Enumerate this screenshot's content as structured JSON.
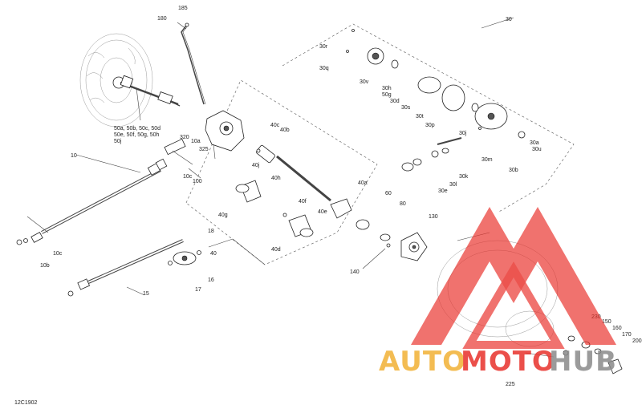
{
  "diagram_code": "12C1902",
  "callouts": {
    "c185": "185",
    "c180": "180",
    "c30": "30",
    "c30r": "30r",
    "c30q": "30q",
    "c30v": "30v",
    "c30h": "30h",
    "c50g": "50g",
    "c30d": "30d",
    "c30s": "30s",
    "c30t": "30t",
    "c30p": "30p",
    "c30j": "30j",
    "c30a": "30a",
    "c30u": "30u",
    "c30m": "30m",
    "c30b": "30b",
    "c30k": "30k",
    "c30l": "30l",
    "c30e": "30e",
    "c50list1": "50a, 50b, 50c, 50d",
    "c50list2": "50e, 50f, 50g, 50h",
    "c50j": "50j",
    "c320": "320",
    "c10a": "10a",
    "c325": "325",
    "c10": "10",
    "c10c_top": "10c",
    "c100": "100",
    "c40c": "40c",
    "c40b": "40b",
    "c40j": "40j",
    "c40h": "40h",
    "c40g": "40g",
    "c40a": "40a",
    "c40f": "40f",
    "c40e": "40e",
    "c40d": "40d",
    "c40": "40",
    "c60": "60",
    "c80": "80",
    "c130": "130",
    "c140": "140",
    "c10c": "10c",
    "c10b": "10b",
    "c18": "18",
    "c16": "16",
    "c17": "17",
    "c15": "15",
    "c230": "230",
    "c150": "150",
    "c160": "160",
    "c170": "170",
    "c200": "200",
    "c225": "225"
  },
  "watermark": {
    "part1": "AUTO",
    "part2": "MOTO",
    "part3": "HUB",
    "color_red": "#e8312b",
    "color_gold": "#f2b134",
    "color_grey": "#8a8a8a"
  }
}
